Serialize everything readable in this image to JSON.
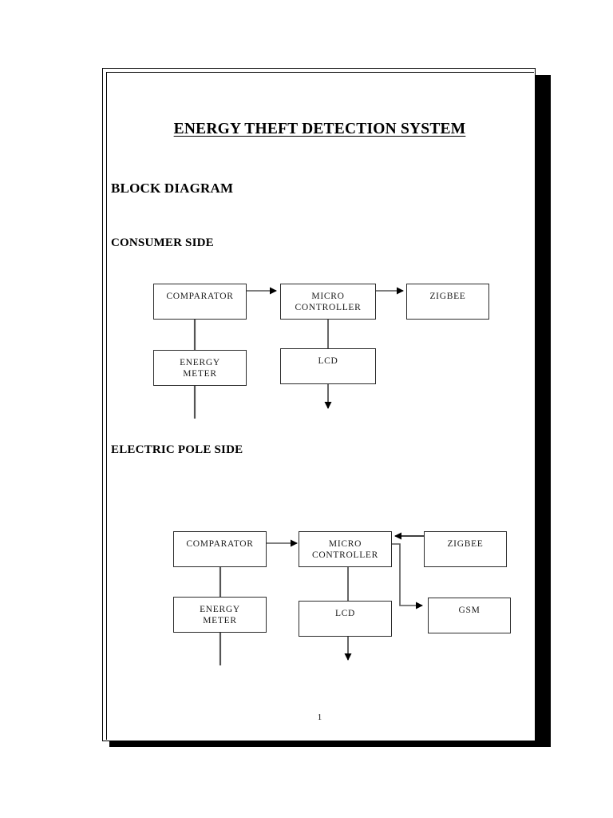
{
  "document": {
    "title": "ENERGY THEFT DETECTION SYSTEM",
    "section_heading": "BLOCK DIAGRAM",
    "page_number": "1"
  },
  "sections": [
    {
      "heading": "CONSUMER SIDE",
      "nodes": {
        "comparator": "COMPARATOR",
        "energy_meter": "ENERGY\nMETER",
        "micro_controller": "MICRO\nCONTROLLER",
        "zigbee": "ZIGBEE",
        "lcd": "LCD"
      }
    },
    {
      "heading": "ELECTRIC POLE SIDE",
      "nodes": {
        "comparator": "COMPARATOR",
        "energy_meter": "ENERGY\nMETER",
        "micro_controller": "MICRO\nCONTROLLER",
        "zigbee": "ZIGBEE",
        "lcd": "LCD",
        "gsm": "GSM"
      }
    }
  ],
  "colors": {
    "ink": "#000000",
    "box_stroke": "#2b2b2b",
    "paper": "#ffffff",
    "shadow": "#000000"
  }
}
